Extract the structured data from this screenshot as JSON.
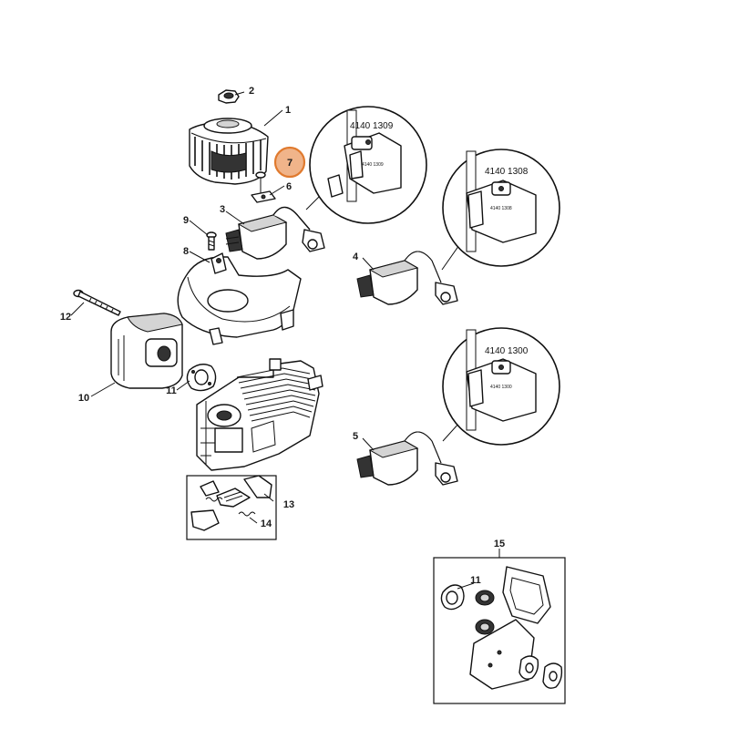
{
  "highlight_color": "#f0b48a",
  "highlight_stroke": "#e07a2e",
  "callouts": {
    "c1": "1",
    "c2": "2",
    "c3": "3",
    "c4": "4",
    "c5": "5",
    "c6": "6",
    "c7": "7",
    "c8": "8",
    "c9": "9",
    "c10": "10",
    "c11": "11",
    "c11b": "11",
    "c12": "12",
    "c13": "13",
    "c14": "14",
    "c15": "15"
  },
  "selected_callout": "7",
  "detail_boxes": [
    {
      "part_number": "4140  1309",
      "small_label": "4140  1309"
    },
    {
      "part_number": "4140  1308",
      "small_label": "4140  1308"
    },
    {
      "part_number": "4140  1300",
      "small_label": "4140  1300"
    }
  ]
}
